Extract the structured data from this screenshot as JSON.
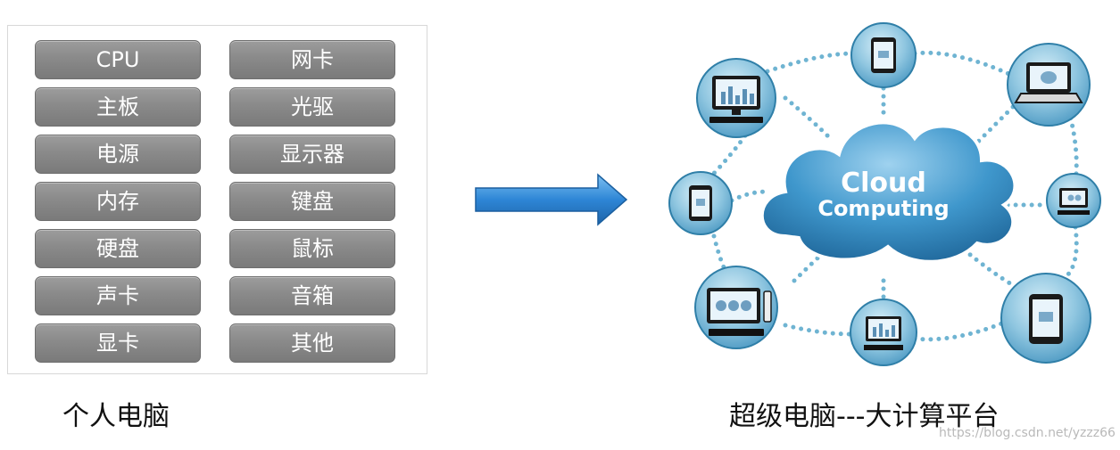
{
  "components": {
    "left_column": [
      "CPU",
      "主板",
      "电源",
      "内存",
      "硬盘",
      "声卡",
      "显卡"
    ],
    "right_column": [
      "网卡",
      "光驱",
      "显示器",
      "键盘",
      "鼠标",
      "音箱",
      "其他"
    ]
  },
  "pc_caption": "个人电脑",
  "cloud": {
    "label_line1": "Cloud",
    "label_line2": "Computing"
  },
  "cloud_caption": "超级电脑---大计算平台",
  "watermark": "https://blog.csdn.net/yzzz66",
  "colors": {
    "button": "#8a8a8a",
    "arrow": "#2e86d6",
    "cloud": "#2f88c0",
    "node": "#8fc6e0"
  },
  "nodes": [
    {
      "name": "monitor-bar-chart-node",
      "icon": "desktop-computer-icon"
    },
    {
      "name": "tablet-top-node",
      "icon": "tablet-icon"
    },
    {
      "name": "laptop-node",
      "icon": "laptop-icon"
    },
    {
      "name": "tablet-left-node",
      "icon": "tablet-icon"
    },
    {
      "name": "desktop-small-right-node",
      "icon": "desktop-computer-icon"
    },
    {
      "name": "desktop-pie-node",
      "icon": "desktop-computer-icon"
    },
    {
      "name": "monitor-bottom-node",
      "icon": "desktop-computer-icon"
    },
    {
      "name": "tablet-bottom-right-node",
      "icon": "tablet-icon"
    }
  ]
}
